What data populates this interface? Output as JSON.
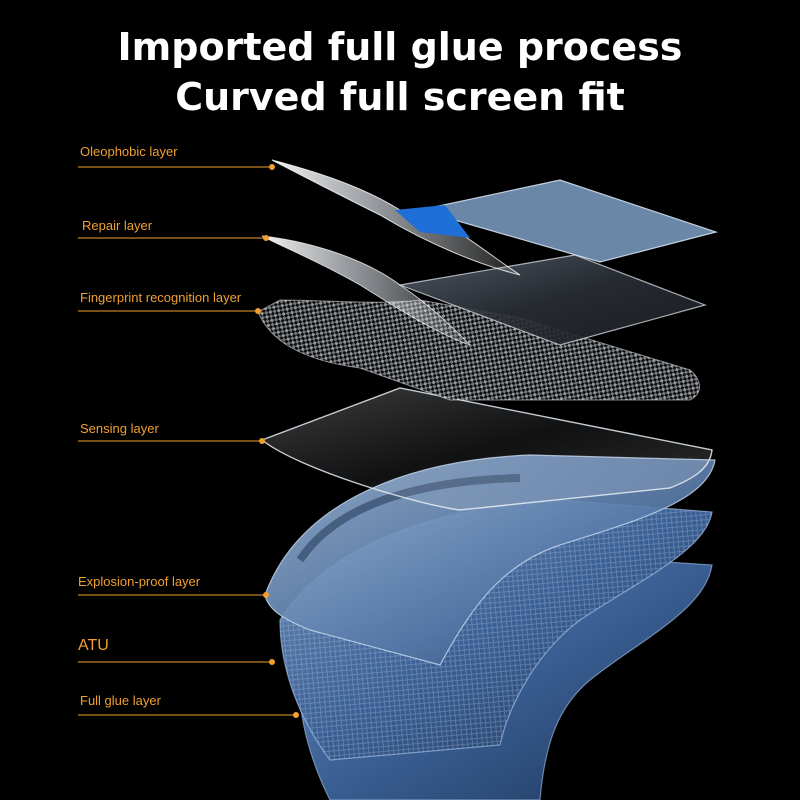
{
  "headline": {
    "line1": "Imported full glue process",
    "line2": "Curved full screen fit"
  },
  "accent_color": "#f0a030",
  "background_color": "#000000",
  "layers": [
    {
      "id": "oleophobic",
      "label": "Oleophobic layer"
    },
    {
      "id": "repair",
      "label": "Repair layer"
    },
    {
      "id": "fingerprint",
      "label": "Fingerprint recognition layer"
    },
    {
      "id": "sensing",
      "label": "Sensing layer"
    },
    {
      "id": "explosion",
      "label": "Explosion-proof layer"
    },
    {
      "id": "atu",
      "label": "ATU"
    },
    {
      "id": "fullglue",
      "label": "Full glue layer"
    }
  ]
}
